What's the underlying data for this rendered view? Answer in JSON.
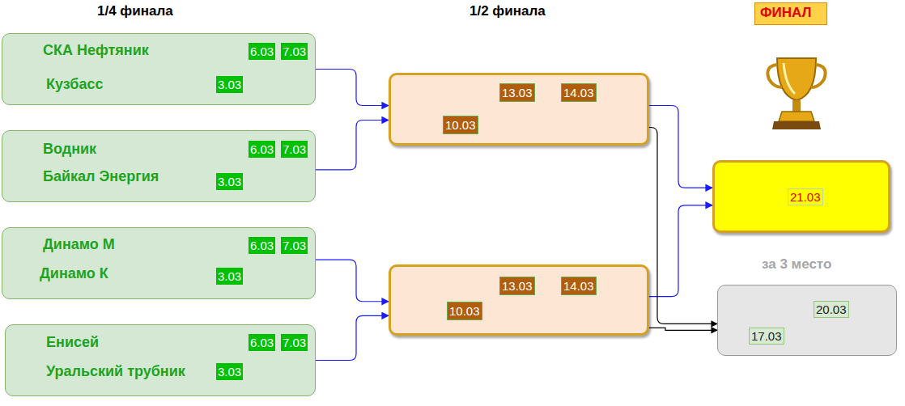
{
  "diagram": {
    "nodes": [
      {
        "text": [
          "СКА Нефтяник",
          "6.03",
          "7.03",
          "Кузбасс",
          "3.03"
        ]
      },
      {
        "text": [
          "Водник",
          "6.03",
          "7.03",
          "Байкал Энергия",
          "3.03"
        ]
      },
      {
        "text": [
          "Динамо М",
          "6.03",
          "7.03",
          "Динамо К",
          "3.03"
        ]
      },
      {
        "text": [
          "Енисей",
          "6.03",
          "7.03",
          "Уральский трубник",
          "3.03"
        ]
      },
      {
        "text": [
          "13.03",
          "14.03",
          "10.03"
        ]
      },
      {
        "text": [
          "13.03",
          "14.03",
          "10.03"
        ]
      },
      {
        "text": [
          "ФИНАЛ"
        ]
      },
      {
        "text": [
          "21.03"
        ]
      },
      {
        "text": [
          "за 3 место",
          "20.03",
          "17.03"
        ]
      }
    ],
    "edges": [
      {
        "from": 0,
        "to": 4,
        "arrow": "to"
      },
      {
        "from": 1,
        "to": 4,
        "arrow": "to"
      },
      {
        "from": 2,
        "to": 5,
        "arrow": "to"
      },
      {
        "from": 3,
        "to": 5,
        "arrow": "to"
      },
      {
        "from": 4,
        "to": 7,
        "arrow": "to"
      },
      {
        "from": 5,
        "to": 7,
        "arrow": "to"
      },
      {
        "from": 4,
        "to": 8,
        "arrow": "to"
      },
      {
        "from": 5,
        "to": 8,
        "arrow": "to"
      }
    ],
    "labels": [
      "1/4 финала",
      "1/2 финала"
    ]
  }
}
